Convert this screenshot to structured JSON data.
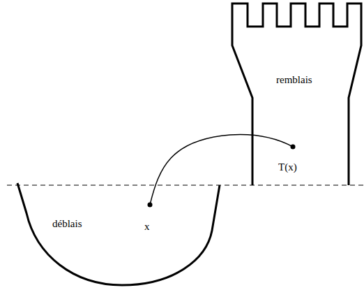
{
  "diagram": {
    "nodes": [
      {
        "text": [
          "déblais"
        ]
      },
      {
        "text": [
          "remblais"
        ]
      }
    ],
    "labels": [
      "x",
      "T(x)"
    ]
  }
}
